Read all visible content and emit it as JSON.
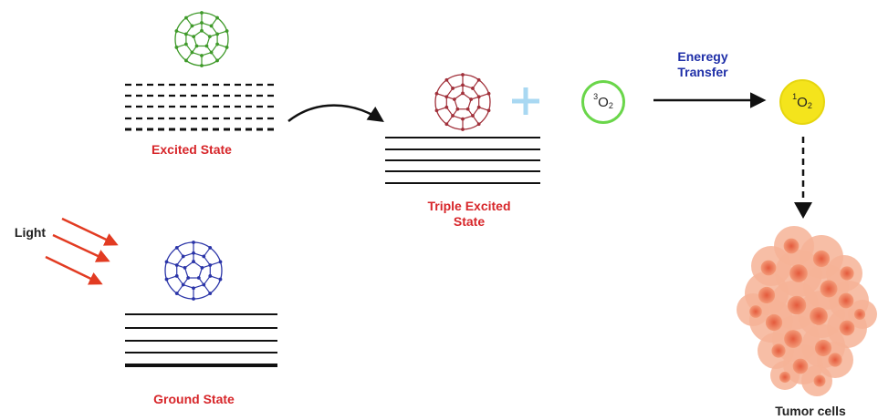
{
  "labels": {
    "excited_state": "Excited State",
    "triple_excited_line1": "Triple Excited",
    "triple_excited_line2": "State",
    "ground_state": "Ground State",
    "light": "Light",
    "energy_transfer_line1": "Eneregy",
    "energy_transfer_line2": "Transfer",
    "tumor_cells": "Tumor cells"
  },
  "molecules": {
    "triplet_oxygen": {
      "sup": "3",
      "base": "O",
      "sub": "2"
    },
    "singlet_oxygen": {
      "sup": "1",
      "base": "O",
      "sub": "2"
    }
  },
  "colors": {
    "fullerene_ground": "#2b35a8",
    "fullerene_excited": "#3f9a2a",
    "fullerene_triplet": "#a1303a",
    "label_red": "#d7262a",
    "label_blue": "#1f2fa8",
    "light_arrows": "#e23b22",
    "plus": "#a9d8f2",
    "triplet_ring": "#6ad64a",
    "singlet_fill": "#f4e41c",
    "tumor": "#f08a64"
  }
}
